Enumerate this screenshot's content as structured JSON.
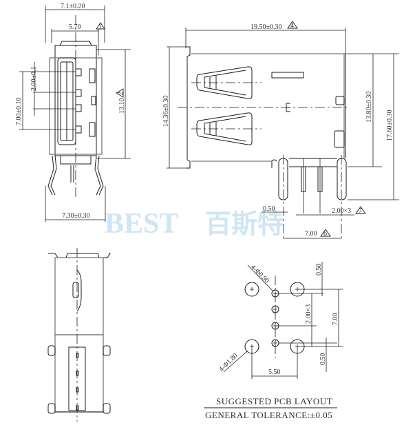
{
  "watermark": {
    "latin": "BEST",
    "chinese": "百斯特",
    "color": "#cfe6f3"
  },
  "front_view": {
    "dimensions": {
      "overall_width": "7.1±0.20",
      "opening_width": "5.70",
      "pin_pitch": "2.00±0.1",
      "pin_span": "7.00±0.10",
      "height": "13.10",
      "lead_span": "7.30±0.30"
    },
    "callouts": {
      "overall_width": "1",
      "height": "2"
    }
  },
  "side_view": {
    "dimensions": {
      "length": "19.50±0.30",
      "body_height": "14.36±0.30",
      "height_to_board": "13.80±0.30",
      "total_height": "17.60±0.30",
      "lead_offset": "0.50",
      "pin_pitch": "2.00×3",
      "lead_span": "7.00"
    },
    "callouts": {
      "length": "4",
      "pin_pitch": "7",
      "lead_span": "6"
    }
  },
  "pcb_layout": {
    "dimensions": {
      "signal_holes": "4-Φ0.90",
      "mount_holes": "4-Φ1.80",
      "hole_spacing_x": "5.50",
      "signal_pitch": "2.00×3",
      "mount_spacing_y": "7.00",
      "top_offset": "0.50",
      "bottom_offset": "0.50"
    }
  },
  "notes": {
    "title": "SUGGESTED PCB LAYOUT",
    "tolerance": "GENERAL TOLERANCE:±0.05"
  }
}
